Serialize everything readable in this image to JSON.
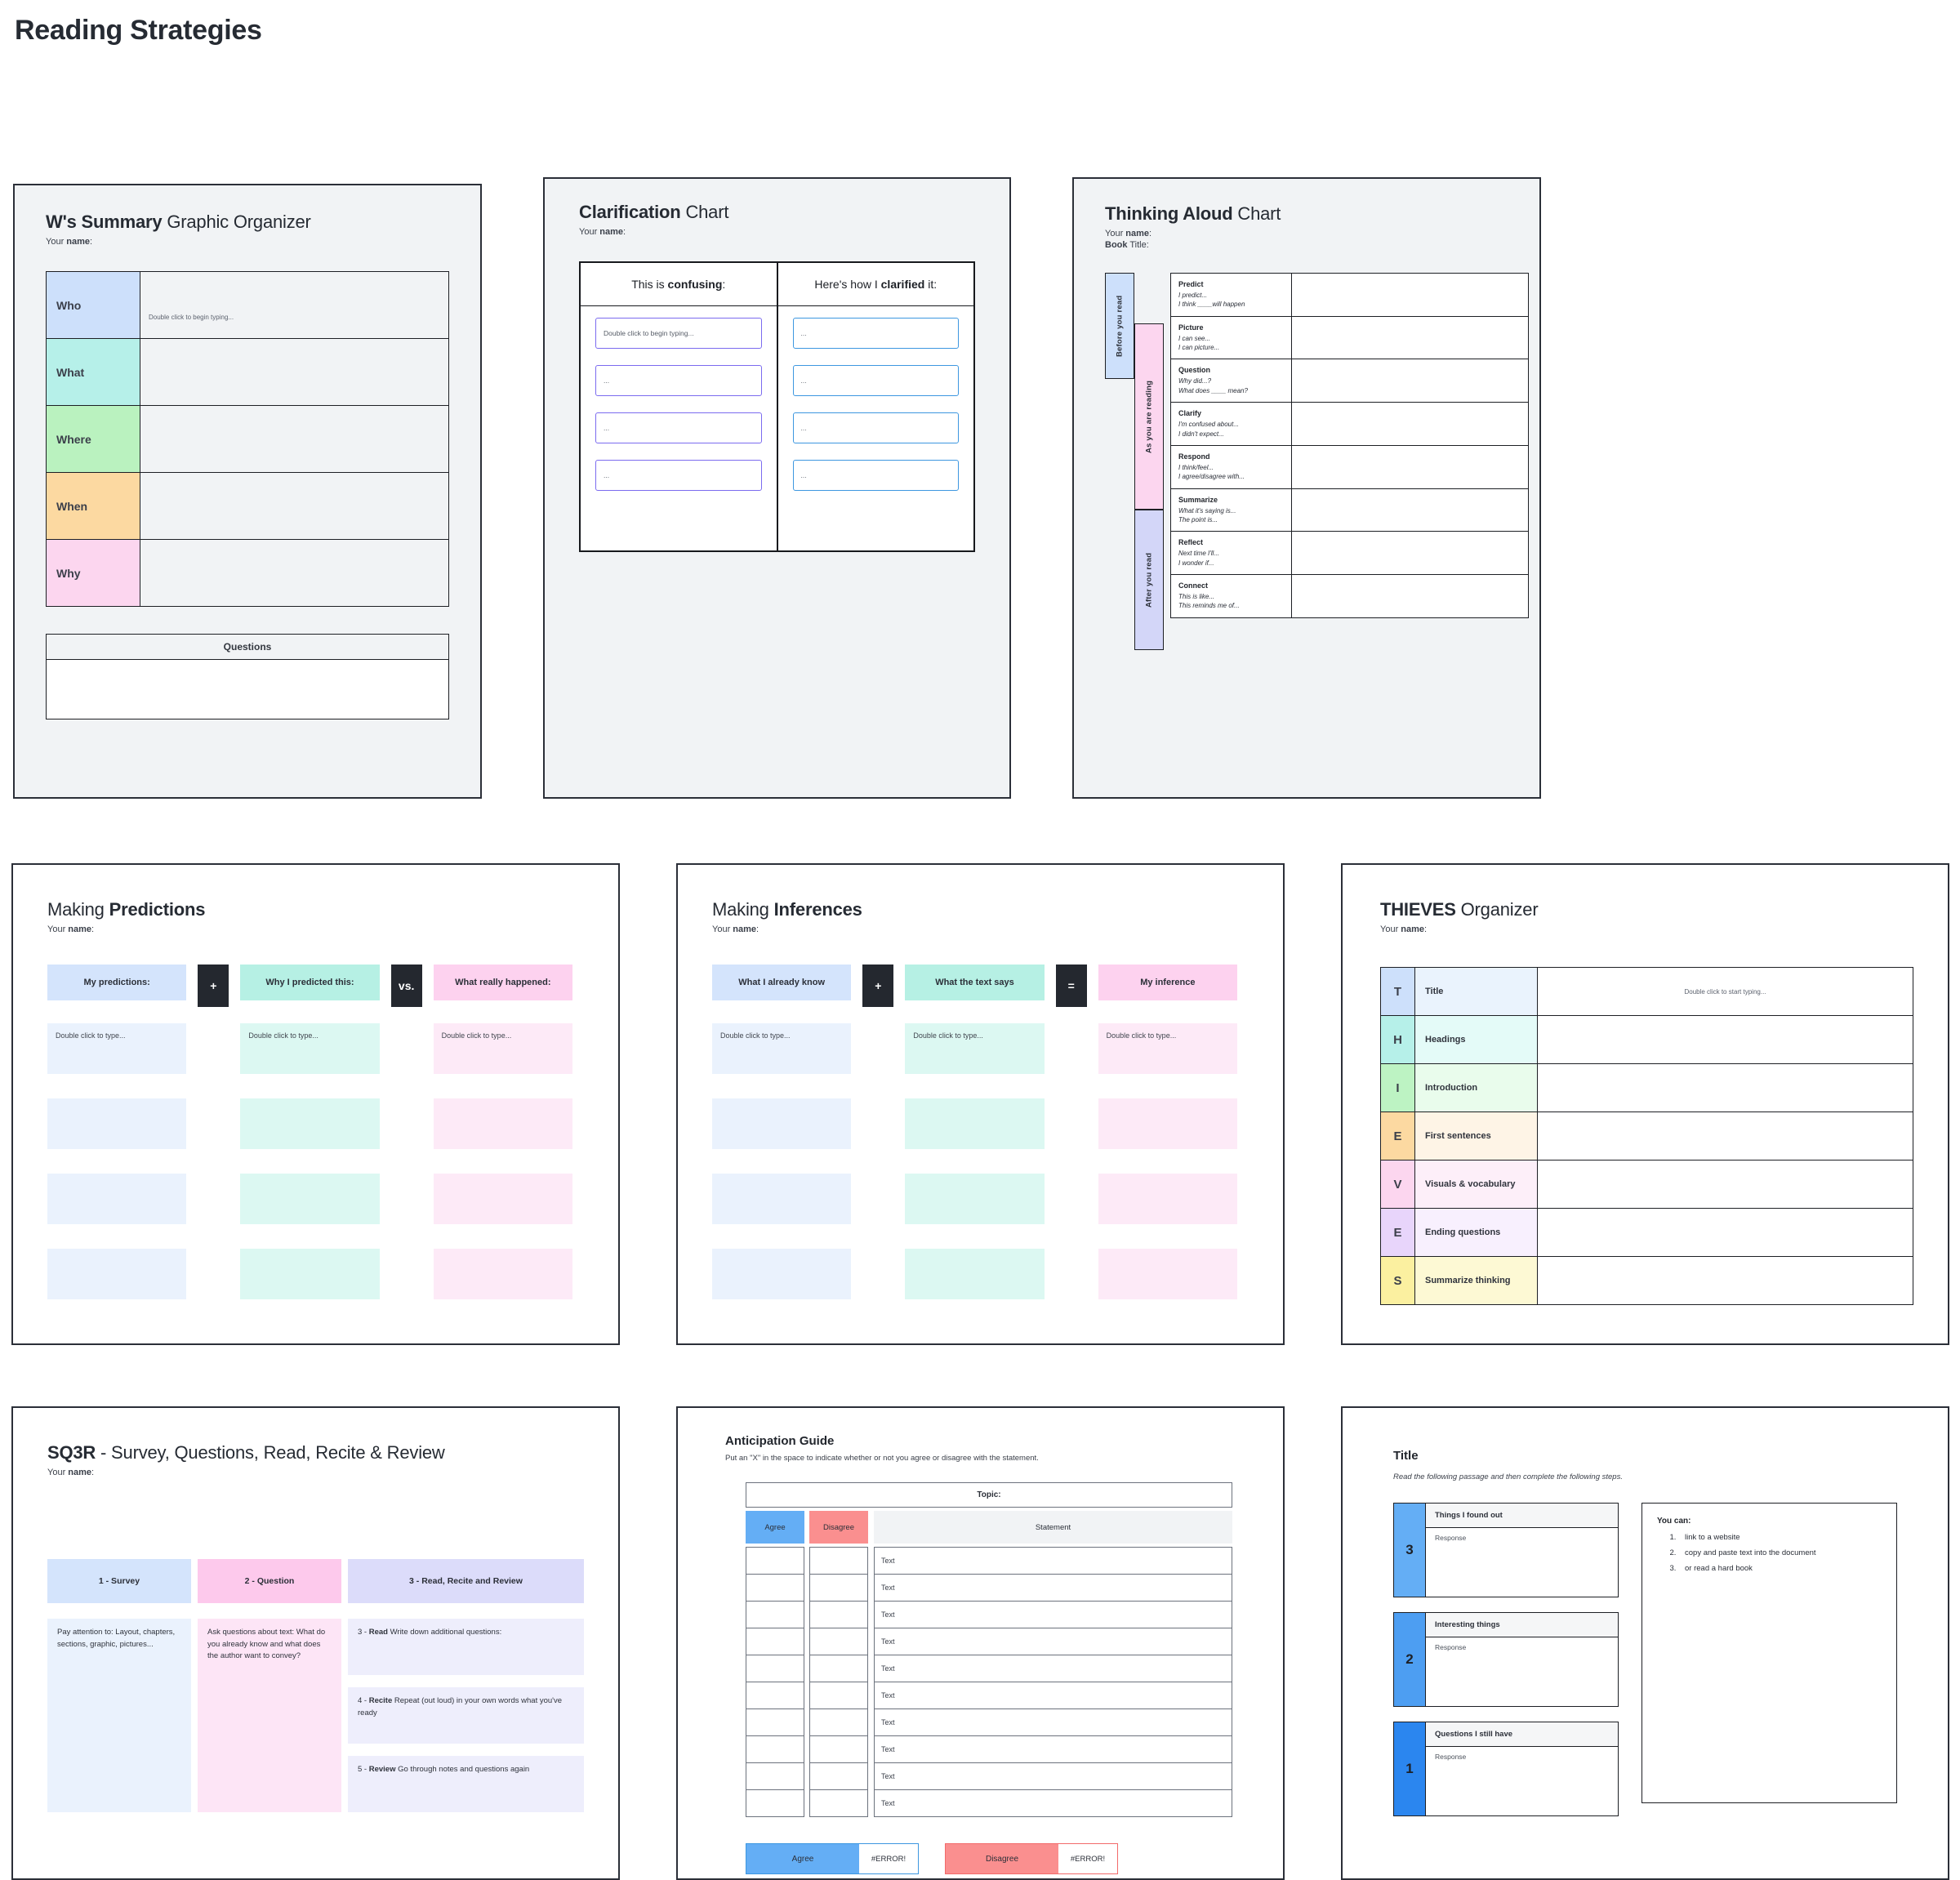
{
  "page": {
    "title": "Reading Strategies"
  },
  "labels": {
    "your_name": "Your ",
    "your_name_b": "name",
    "colon": ":",
    "book": "Book",
    "book_title_rest": " Title:"
  },
  "cards": {
    "ws_summary": {
      "title_bold": "W's Summary",
      "title_rest": " Graphic Organizer",
      "name_label_pre": "Your ",
      "name_label_bold": "name",
      "name_label_post": ":",
      "rows": [
        {
          "label": "Who",
          "color": "#cde0fb",
          "placeholder": "Double click to begin typing..."
        },
        {
          "label": "What",
          "color": "#b6f0e9",
          "placeholder": ""
        },
        {
          "label": "Where",
          "color": "#baf2bf",
          "placeholder": ""
        },
        {
          "label": "When",
          "color": "#fcd9a1",
          "placeholder": ""
        },
        {
          "label": "Why",
          "color": "#fcd6ef",
          "placeholder": ""
        }
      ],
      "questions_header": "Questions"
    },
    "clarification": {
      "title_bold": "Clarification",
      "title_rest": " Chart",
      "col1_pre": "This is ",
      "col1_bold": "confusing",
      "col1_post": ":",
      "col2_pre": "Here's how I ",
      "col2_bold": "clarified",
      "col2_post": " it:",
      "left_boxes": [
        "Double click to begin typing...",
        "...",
        "...",
        "..."
      ],
      "right_boxes": [
        "...",
        "...",
        "...",
        "..."
      ],
      "left_border_color": "#7b6bef",
      "right_border_color": "#3d97e0"
    },
    "thinking_aloud": {
      "title_bold": "Thinking Aloud",
      "title_rest": " Chart",
      "bands": [
        {
          "label": "Before you read",
          "color": "#cde0fb"
        },
        {
          "label": "As you are reading",
          "color": "#fcd6ef"
        },
        {
          "label": "After you read",
          "color": "#d3d6f8"
        }
      ],
      "rows": [
        {
          "key": "Predict",
          "stems": [
            "I predict...",
            "I think ____will happen"
          ]
        },
        {
          "key": "Picture",
          "stems": [
            "I can see...",
            "I can picture..."
          ]
        },
        {
          "key": "Question",
          "stems": [
            "Why did...?",
            "What does ____ mean?"
          ]
        },
        {
          "key": "Clarify",
          "stems": [
            "I'm confused about...",
            "I didn't expect..."
          ]
        },
        {
          "key": "Respond",
          "stems": [
            "I think/feel...",
            "I agree/disagree with..."
          ]
        },
        {
          "key": "Summarize",
          "stems": [
            "What it's saying is...",
            "The point is..."
          ]
        },
        {
          "key": "Reflect",
          "stems": [
            "Next time I'll...",
            "I wonder if..."
          ]
        },
        {
          "key": "Connect",
          "stems": [
            "This is like...",
            "This reminds me of..."
          ]
        }
      ]
    },
    "predictions": {
      "title_rest": "Making ",
      "title_bold": "Predictions",
      "columns": [
        {
          "header": "My predictions:",
          "head_color": "#d4e4fc",
          "cell_color": "#eaf2fd"
        },
        {
          "header": "Why I predicted this:",
          "head_color": "#b6f0e4",
          "cell_color": "#dcf8f2"
        },
        {
          "header": "What really happened:",
          "head_color": "#fdd2ef",
          "cell_color": "#fdeaf7"
        }
      ],
      "operators": [
        "+",
        "vs."
      ],
      "placeholder": "Double click to type...",
      "cell_rows": 4
    },
    "inferences": {
      "title_rest": "Making ",
      "title_bold": "Inferences",
      "columns": [
        {
          "header": "What I already know",
          "head_color": "#d4e4fc",
          "cell_color": "#eaf2fd"
        },
        {
          "header": "What the text says",
          "head_color": "#b6f0e4",
          "cell_color": "#dcf8f2"
        },
        {
          "header": "My inference",
          "head_color": "#fdd2ef",
          "cell_color": "#fdeaf7"
        }
      ],
      "operators": [
        "+",
        "="
      ],
      "placeholder": "Double click to type...",
      "cell_rows": 4
    },
    "thieves": {
      "title_bold": "THIEVES",
      "title_rest": " Organizer",
      "rows": [
        {
          "letter": "T",
          "label": "Title",
          "letter_color": "#cde0fb",
          "label_color": "#eaf3fd",
          "value": "Double click to start typing..."
        },
        {
          "letter": "H",
          "label": "Headings",
          "letter_color": "#b6f0e9",
          "label_color": "#e4fbf8",
          "value": ""
        },
        {
          "letter": "I",
          "label": "Introduction",
          "letter_color": "#bdf3c3",
          "label_color": "#e9fcec",
          "value": ""
        },
        {
          "letter": "E",
          "label": "First sentences",
          "letter_color": "#fcd9a1",
          "label_color": "#fef4e6",
          "value": ""
        },
        {
          "letter": "V",
          "label": "Visuals & vocabulary",
          "letter_color": "#fcd6ef",
          "label_color": "#fdeff9",
          "value": ""
        },
        {
          "letter": "E",
          "label": "Ending questions",
          "letter_color": "#e8d5fb",
          "label_color": "#f8f0fe",
          "value": ""
        },
        {
          "letter": "S",
          "label": "Summarize thinking",
          "letter_color": "#fbf0a0",
          "label_color": "#fdf9d4",
          "value": ""
        }
      ]
    },
    "sq3r": {
      "title_bold": "SQ3R",
      "title_rest": " - Survey, Questions, Read, Recite & Review",
      "col1": {
        "header": "1 - Survey",
        "head_color": "#d4e4fc",
        "body_color": "#eaf2fd",
        "body": "Pay attention to: Layout, chapters, sections, graphic, pictures..."
      },
      "col2": {
        "header": "2 - Question",
        "head_color": "#fdc9ec",
        "body_color": "#fde5f6",
        "body": "Ask questions about text: What do you already know and what does the author want to convey?"
      },
      "col3": {
        "header": "3 - Read, Recite and Review",
        "head_color": "#dcdcfa",
        "body_color": "#eeeefc",
        "blocks": [
          {
            "bold_pre": "3 - ",
            "bold": "Read",
            "rest": " Write down additional questions:"
          },
          {
            "bold_pre": "4 - ",
            "bold": "Recite",
            "rest": " Repeat (out loud) in your own words what you've ready"
          },
          {
            "bold_pre": "5 - ",
            "bold": "Review",
            "rest": " Go through notes and questions again"
          }
        ]
      }
    },
    "anticipation": {
      "title": "Anticipation Guide",
      "note": "Put an \"X\" in the space to indicate whether or not you agree or disagree with the statement.",
      "topic_header": "Topic:",
      "col_agree": "Agree",
      "col_disagree": "Disagree",
      "col_statement": "Statement",
      "agree_color": "#64aef5",
      "disagree_color": "#fa8f8f",
      "statement_rows": [
        "Text",
        "Text",
        "Text",
        "Text",
        "Text",
        "Text",
        "Text",
        "Text",
        "Text",
        "Text"
      ],
      "footer": [
        {
          "label": "Agree",
          "value": "#ERROR!",
          "color": "#64aef5",
          "border": "#3d97e0"
        },
        {
          "label": "Disagree",
          "value": "#ERROR!",
          "color": "#fa8f8f",
          "border": "#f26a6a"
        }
      ]
    },
    "passage": {
      "title": "Title",
      "subtitle": "Read the following passage and then complete the following steps.",
      "blocks": [
        {
          "num": "3",
          "header": "Things I found out",
          "response": "Response",
          "bar_color": "#64aef5"
        },
        {
          "num": "2",
          "header": "Interesting things",
          "response": "Response",
          "bar_color": "#4d9ef2"
        },
        {
          "num": "1",
          "header": "Questions I still have",
          "response": "Response",
          "bar_color": "#2b86ef"
        }
      ],
      "side": {
        "heading": "You can:",
        "items": [
          "link to a website",
          "copy and paste text into the document",
          "or read a hard book"
        ]
      }
    }
  }
}
